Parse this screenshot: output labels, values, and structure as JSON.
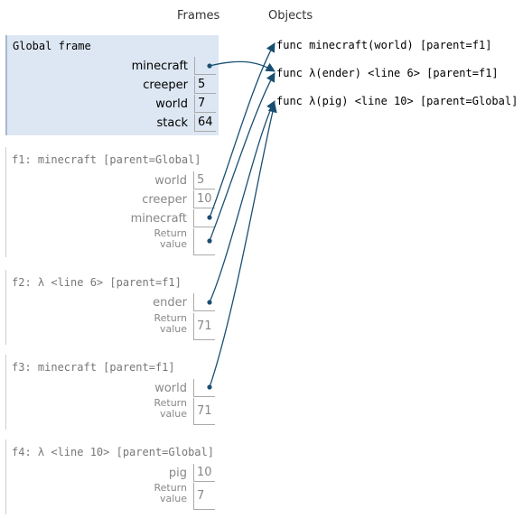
{
  "headers": {
    "frames": "Frames",
    "objects": "Objects"
  },
  "colors": {
    "global_bg": "#dde7f3",
    "arrow": "#1a4f72"
  },
  "frames": [
    {
      "title": "Global frame",
      "vars": [
        {
          "name": "minecraft",
          "value": ""
        },
        {
          "name": "creeper",
          "value": "5"
        },
        {
          "name": "world",
          "value": "7"
        },
        {
          "name": "stack",
          "value": "64"
        }
      ]
    },
    {
      "title": "f1: minecraft [parent=Global]",
      "vars": [
        {
          "name": "world",
          "value": "5"
        },
        {
          "name": "creeper",
          "value": "10"
        },
        {
          "name": "minecraft",
          "value": ""
        }
      ],
      "ret_label": [
        "Return",
        "value"
      ],
      "ret_value": ""
    },
    {
      "title": "f2: λ <line 6> [parent=f1]",
      "vars": [
        {
          "name": "ender",
          "value": ""
        }
      ],
      "ret_label": [
        "Return",
        "value"
      ],
      "ret_value": "71"
    },
    {
      "title": "f3: minecraft [parent=f1]",
      "vars": [
        {
          "name": "world",
          "value": ""
        }
      ],
      "ret_label": [
        "Return",
        "value"
      ],
      "ret_value": "71"
    },
    {
      "title": "f4: λ <line 10> [parent=Global]",
      "vars": [
        {
          "name": "pig",
          "value": "10"
        }
      ],
      "ret_label": [
        "Return",
        "value"
      ],
      "ret_value": "7"
    }
  ],
  "objects": [
    "func minecraft(world) [parent=f1]",
    "func λ(ender) <line 6> [parent=f1]",
    "func λ(pig) <line 10> [parent=Global]"
  ]
}
